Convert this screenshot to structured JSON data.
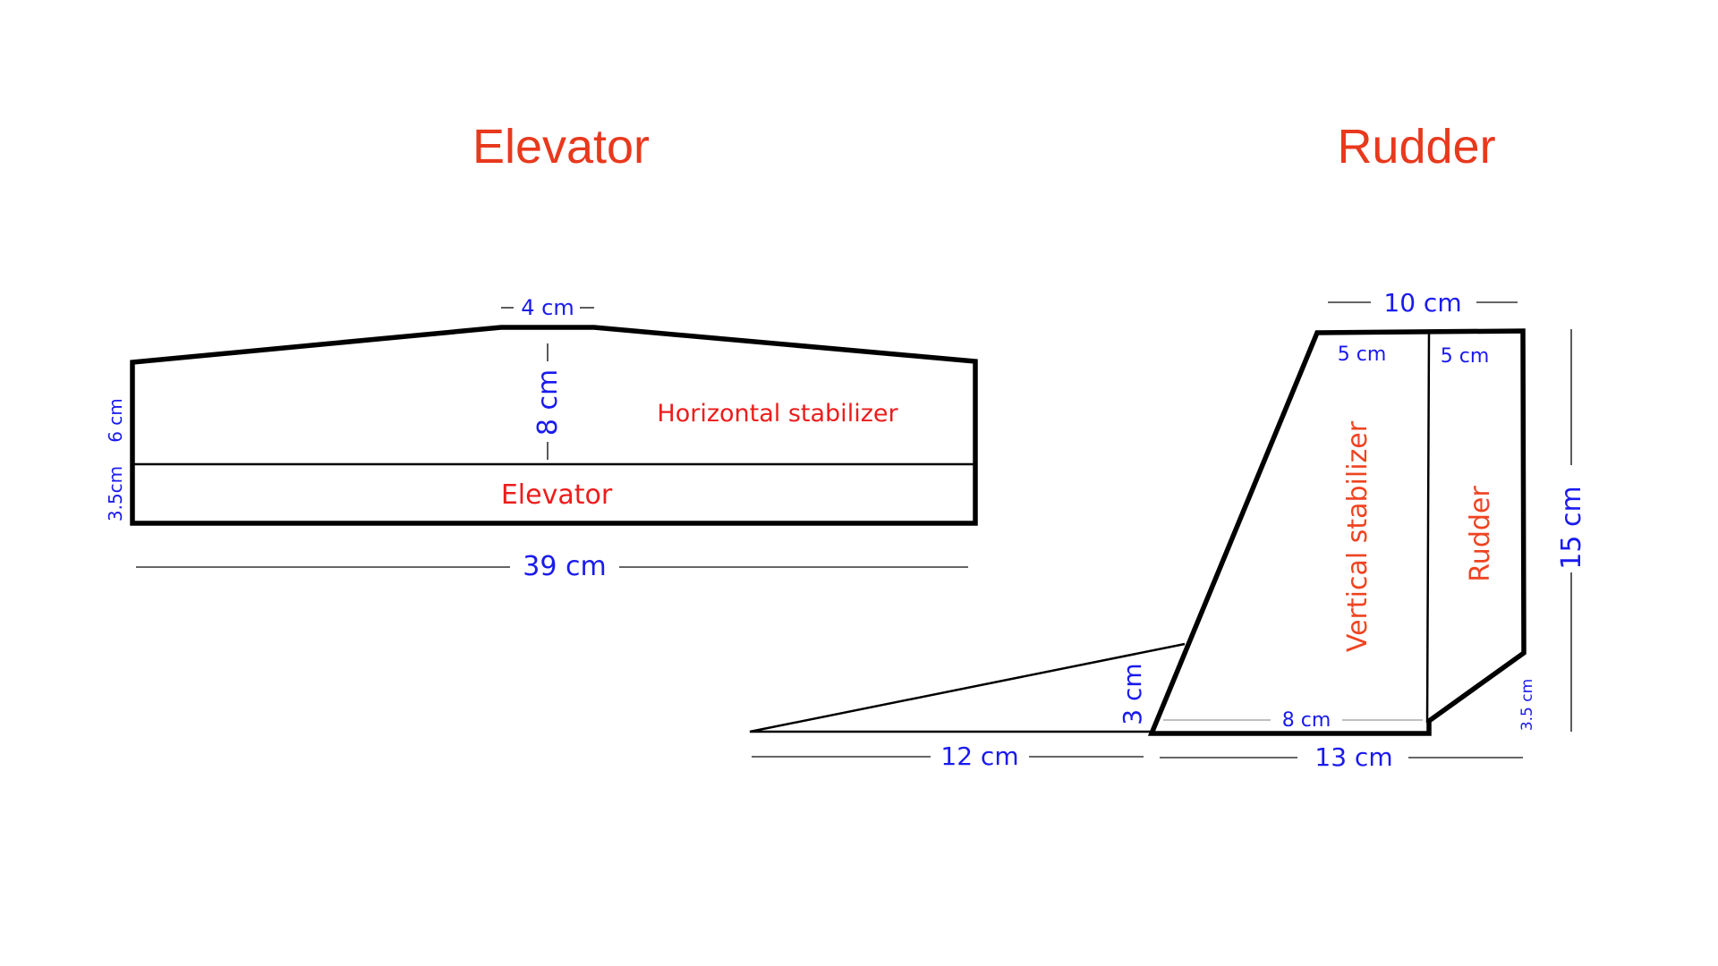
{
  "titles": {
    "elevator": "Elevator",
    "rudder": "Rudder"
  },
  "elevator_panel": {
    "top_width": "4 cm",
    "center_height": "8 cm",
    "left_upper_height": "6 cm",
    "left_lower_height": "3.5cm",
    "total_width": "39 cm",
    "stabilizer_label": "Horizontal stabilizer",
    "elevator_label": "Elevator"
  },
  "rudder_panel": {
    "top_width": "10 cm",
    "top_left_segment": "5 cm",
    "top_right_segment": "5 cm",
    "height": "15 cm",
    "vertical_stabilizer_label": "Vertical stabilizer",
    "rudder_label": "Rudder",
    "fillet_height": "3 cm",
    "inner_base": "8 cm",
    "fillet_length": "12 cm",
    "base_width": "13 cm",
    "rudder_bottom_height": "3.5 cm"
  },
  "colors": {
    "title": "#e8391d",
    "dimension_text": "#1a1aee",
    "part_label": "#ee1c1c",
    "outline": "#000000"
  }
}
